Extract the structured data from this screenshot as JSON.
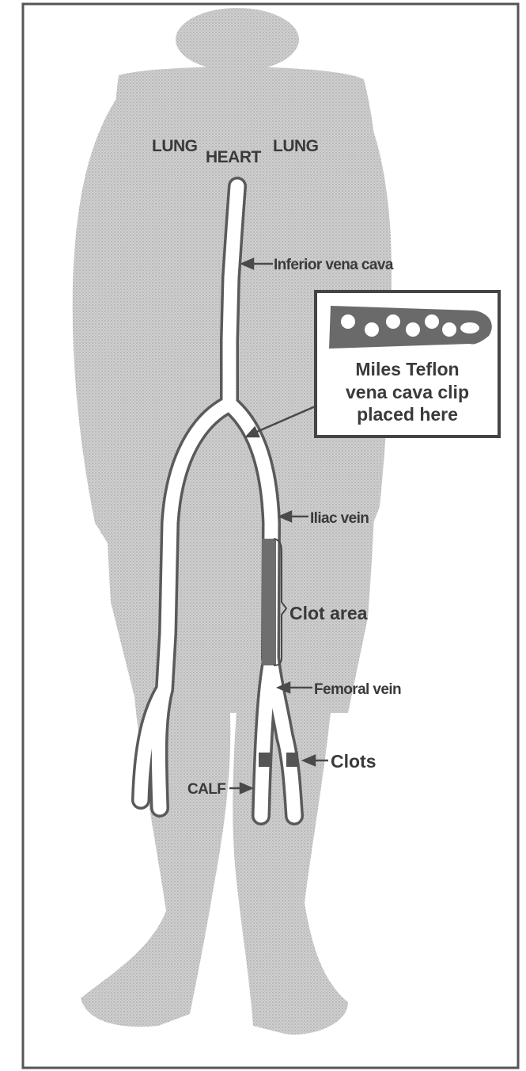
{
  "figure": {
    "labels": {
      "lung_left": "LUNG",
      "heart": "HEART",
      "lung_right": "LUNG",
      "inferior_vena_cava": "Inferior vena cava",
      "iliac_vein": "Iliac vein",
      "clot_area": "Clot area",
      "femoral_vein": "Femoral vein",
      "clots": "Clots",
      "calf": "CALF"
    },
    "inset": {
      "line1": "Miles Teflon",
      "line2": "vena cava clip",
      "line3": "placed here"
    },
    "colors": {
      "body": "#c6c6c6",
      "vein_outline": "#5a5a5a",
      "clot": "#6e6e6e",
      "text": "#3a3a3a",
      "frame": "#555555"
    }
  }
}
